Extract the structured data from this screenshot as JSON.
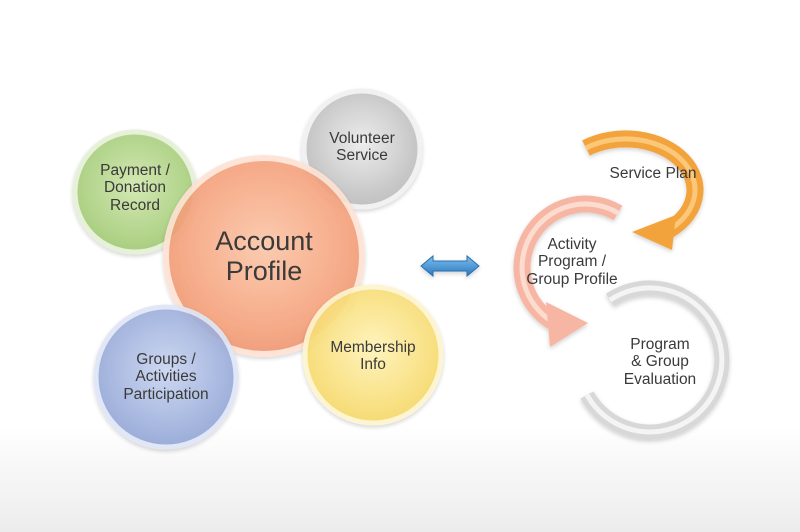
{
  "left_diagram": {
    "account_profile": {
      "line1": "Account",
      "line2": "Profile",
      "color": "#f7a982"
    },
    "payment_donation": {
      "line1": "Payment /",
      "line2": "Donation",
      "line3": "Record",
      "color": "#b8d98f"
    },
    "volunteer_service": {
      "line1": "Volunteer",
      "line2": "Service",
      "color": "#cfcfcf"
    },
    "groups_activities": {
      "line1": "Groups /",
      "line2": "Activities",
      "line3": "Participation",
      "color": "#a9b9e3"
    },
    "membership_info": {
      "line1": "Membership",
      "line2": "Info",
      "color": "#fbe38a"
    }
  },
  "connector": {
    "icon": "double-arrow-icon",
    "color": "#3d8fd1"
  },
  "right_cycle": {
    "service_plan": {
      "line1": "Service Plan",
      "color": "#f5a43c"
    },
    "activity_program": {
      "line1": "Activity",
      "line2": "Program /",
      "line3": "Group Profile",
      "color": "#f6b9a8"
    },
    "program_evaluation": {
      "line1": "Program",
      "line2": "& Group",
      "line3": "Evaluation",
      "color": "#dcdcdc"
    }
  }
}
